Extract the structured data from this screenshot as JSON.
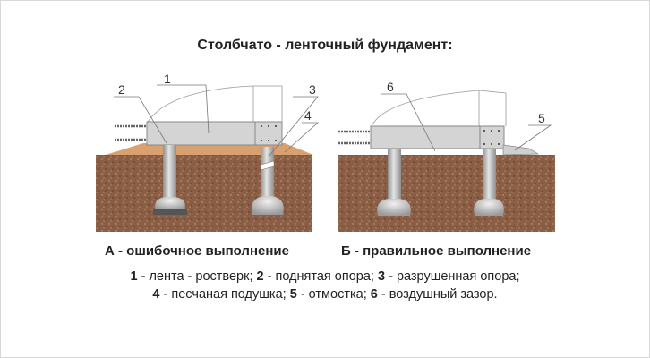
{
  "title": "Столбчато - ленточный фундамент:",
  "captions": {
    "wrong": "А - ошибочное выполнение",
    "right": "Б - правильное выполнение"
  },
  "callouts": {
    "n1": "1",
    "n2": "2",
    "n3": "3",
    "n4": "4",
    "n5": "5",
    "n6": "6"
  },
  "legend": {
    "line1": [
      {
        "num": "1",
        "text": " - лента - ростверк; "
      },
      {
        "num": "2",
        "text": " - поднятая опора; "
      },
      {
        "num": "3",
        "text": " - разрушенная опора;"
      }
    ],
    "line2": [
      {
        "num": "4",
        "text": " - песчаная подушка; "
      },
      {
        "num": "5",
        "text": " - отмостка; "
      },
      {
        "num": "6",
        "text": " - воздушный зазор."
      }
    ]
  },
  "colors": {
    "soil": "#8a5e45",
    "sand": "#d9a070",
    "concrete": "#d4d4d4",
    "post": "#b8b8b8"
  }
}
